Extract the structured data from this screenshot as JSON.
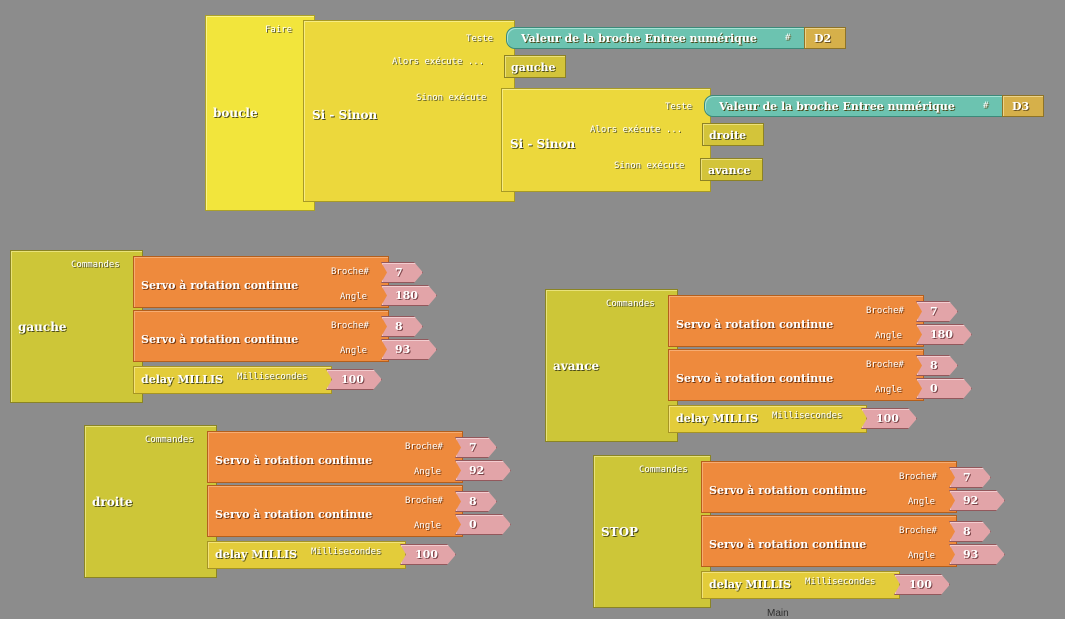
{
  "function_block": {
    "name": "boucle",
    "body_label": "Faire",
    "if1": {
      "title": "Si - Sinon",
      "test_label": "Teste",
      "then_label": "Alors exécute ...",
      "else_label": "Sinon exécute",
      "sensor_text": "Valeur de la broche Entree numérique",
      "sensor_hash": "#",
      "pin": "D2",
      "then_call": "gauche"
    },
    "if2": {
      "title": "Si - Sinon",
      "test_label": "Teste",
      "then_label": "Alors exécute ...",
      "else_label": "Sinon exécute",
      "sensor_text": "Valeur de la broche Entree numérique",
      "sensor_hash": "#",
      "pin": "D3",
      "then_call": "droite",
      "else_call": "avance"
    }
  },
  "procedures": [
    {
      "name": "gauche",
      "body_label": "Commandes",
      "servo_label": "Servo à rotation continue",
      "pin_label": "Broche#",
      "angle_label": "Angle",
      "servo1": {
        "pin": "7",
        "angle": "180"
      },
      "servo2": {
        "pin": "8",
        "angle": "93"
      },
      "delay_label": "delay MILLIS",
      "ms_label": "Millisecondes",
      "delay_ms": "100"
    },
    {
      "name": "droite",
      "body_label": "Commandes",
      "servo_label": "Servo à rotation continue",
      "pin_label": "Broche#",
      "angle_label": "Angle",
      "servo1": {
        "pin": "7",
        "angle": "92"
      },
      "servo2": {
        "pin": "8",
        "angle": "0"
      },
      "delay_label": "delay MILLIS",
      "ms_label": "Millisecondes",
      "delay_ms": "100"
    },
    {
      "name": "avance",
      "body_label": "Commandes",
      "servo_label": "Servo à rotation continue",
      "pin_label": "Broche#",
      "angle_label": "Angle",
      "servo1": {
        "pin": "7",
        "angle": "180"
      },
      "servo2": {
        "pin": "8",
        "angle": "0"
      },
      "delay_label": "delay MILLIS",
      "ms_label": "Millisecondes",
      "delay_ms": "100"
    },
    {
      "name": "STOP",
      "body_label": "Commandes",
      "servo_label": "Servo à rotation continue",
      "pin_label": "Broche#",
      "angle_label": "Angle",
      "servo1": {
        "pin": "7",
        "angle": "92"
      },
      "servo2": {
        "pin": "8",
        "angle": "93"
      },
      "delay_label": "delay MILLIS",
      "ms_label": "Millisecondes",
      "delay_ms": "100"
    }
  ],
  "footer_text": "Main"
}
